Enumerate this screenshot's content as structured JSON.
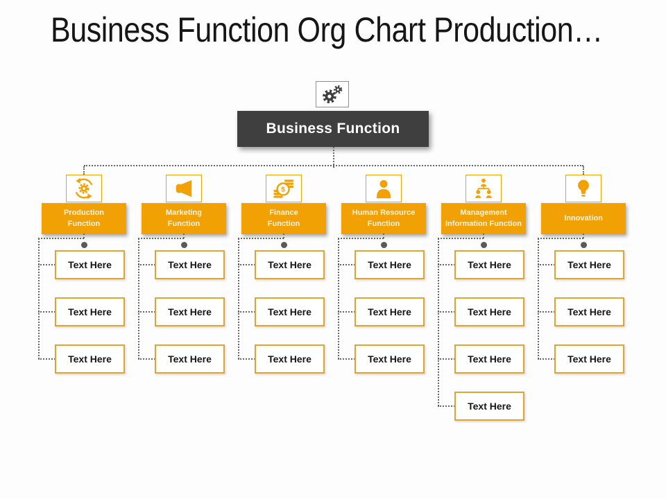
{
  "title": "Business Function Org Chart Production…",
  "root": {
    "label": "Business Function",
    "icon": "gears-icon"
  },
  "columns": [
    {
      "id": "production-function",
      "icon": "gear-sync-arrows-icon",
      "label": "Production Function",
      "label_lines": [
        "Production",
        "Function"
      ],
      "children": [
        "Text Here",
        "Text Here",
        "Text Here"
      ]
    },
    {
      "id": "marketing-function",
      "icon": "megaphone-icon",
      "label": "Marketing Function",
      "label_lines": [
        "Marketing",
        "Function"
      ],
      "children": [
        "Text Here",
        "Text Here",
        "Text Here"
      ]
    },
    {
      "id": "finance-function",
      "icon": "coins-dollar-icon",
      "label": "Finance Function",
      "label_lines": [
        "Finance",
        "Function"
      ],
      "children": [
        "Text Here",
        "Text Here",
        "Text Here"
      ]
    },
    {
      "id": "human-resource-function",
      "icon": "person-icon",
      "label": "Human Resource Function",
      "label_lines": [
        "Human Resource",
        "Function"
      ],
      "children": [
        "Text Here",
        "Text Here",
        "Text Here"
      ]
    },
    {
      "id": "management-information-function",
      "icon": "org-hierarchy-icon",
      "label": "Management Information Function",
      "label_lines": [
        "Management",
        "Information Function"
      ],
      "children": [
        "Text Here",
        "Text Here",
        "Text Here",
        "Text Here"
      ]
    },
    {
      "id": "innovation",
      "icon": "lightbulb-icon",
      "label": "Innovation",
      "label_lines": [
        "Innovation"
      ],
      "children": [
        "Text Here",
        "Text Here",
        "Text Here"
      ]
    }
  ],
  "colors": {
    "accent_orange": "#F2A104",
    "node_dark": "#3F3F3F",
    "leaf_border": "#E1A42F",
    "connector_gray": "#666666",
    "dot_gray": "#595959"
  }
}
